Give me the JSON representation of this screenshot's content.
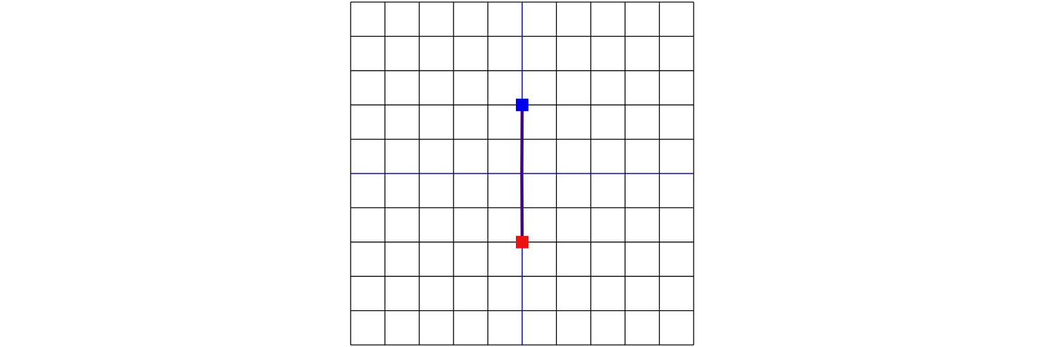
{
  "grid": {
    "columns": 10,
    "rows": 10,
    "line_color": "#000000",
    "background": "#ffffff"
  },
  "axes": {
    "color": "#0000cc",
    "vertical_at_column": 5,
    "horizontal_at_row": 5
  },
  "path": {
    "color": "#4b0082",
    "points": [
      {
        "col": 5,
        "row": 3
      },
      {
        "col": 4.99,
        "row": 5
      },
      {
        "col": 5,
        "row": 7
      }
    ]
  },
  "markers": {
    "start": {
      "col": 5,
      "row": 3,
      "color": "#0000ee"
    },
    "end": {
      "col": 5,
      "row": 7,
      "color": "#ee1111"
    }
  }
}
